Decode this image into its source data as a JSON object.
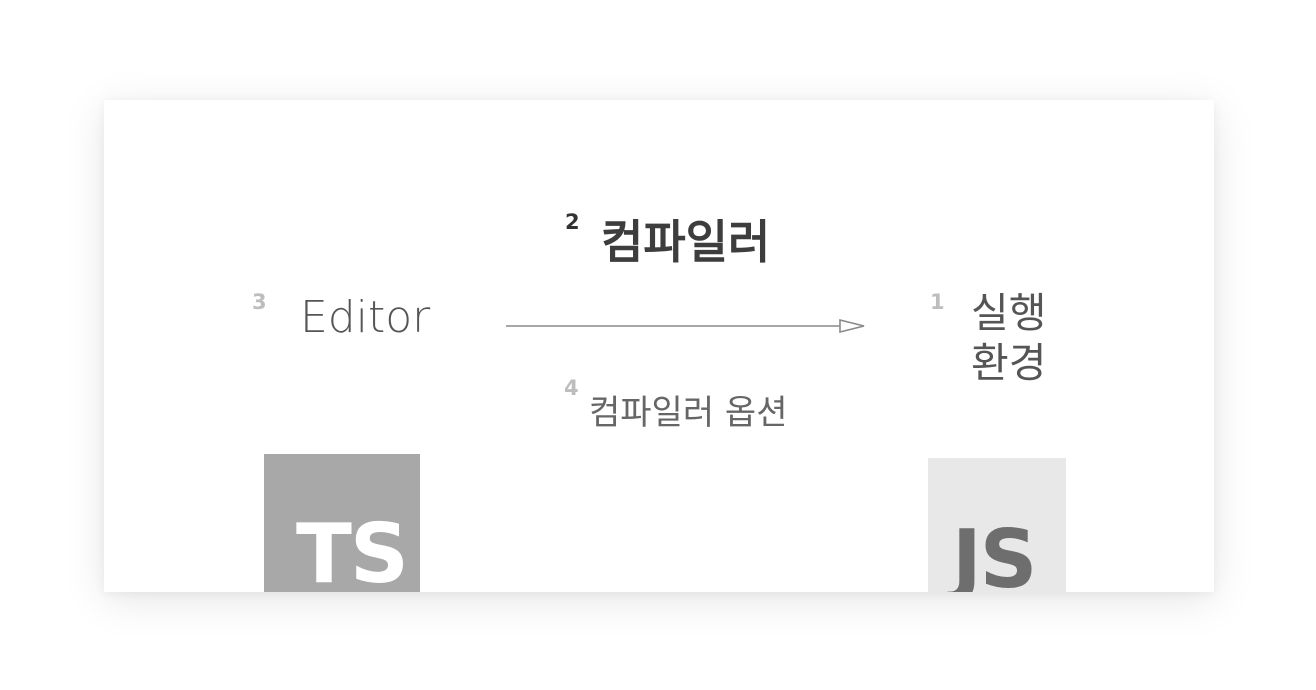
{
  "diagram": {
    "editor": {
      "number": "3",
      "label": "Editor",
      "logo_text": "TS"
    },
    "compiler": {
      "number": "2",
      "label": "컴파일러"
    },
    "compiler_options": {
      "number": "4",
      "label": "컴파일러 옵션"
    },
    "runtime": {
      "number": "1",
      "label_line1": "실행",
      "label_line2": "환경",
      "logo_text": "JS"
    }
  },
  "colors": {
    "background": "#ffffff",
    "card": "#ffffff",
    "number_light": "#bdbdbd",
    "number_dark": "#333333",
    "arrow": "#8a8a8a",
    "ts_logo_bg": "#a8a8a8",
    "ts_logo_text": "#ffffff",
    "js_logo_bg": "#e8e8e8",
    "js_logo_text": "#6e6e6e"
  },
  "icons": {
    "arrow": "arrow-right-icon",
    "ts": "typescript-logo-icon",
    "js": "javascript-logo-icon"
  }
}
